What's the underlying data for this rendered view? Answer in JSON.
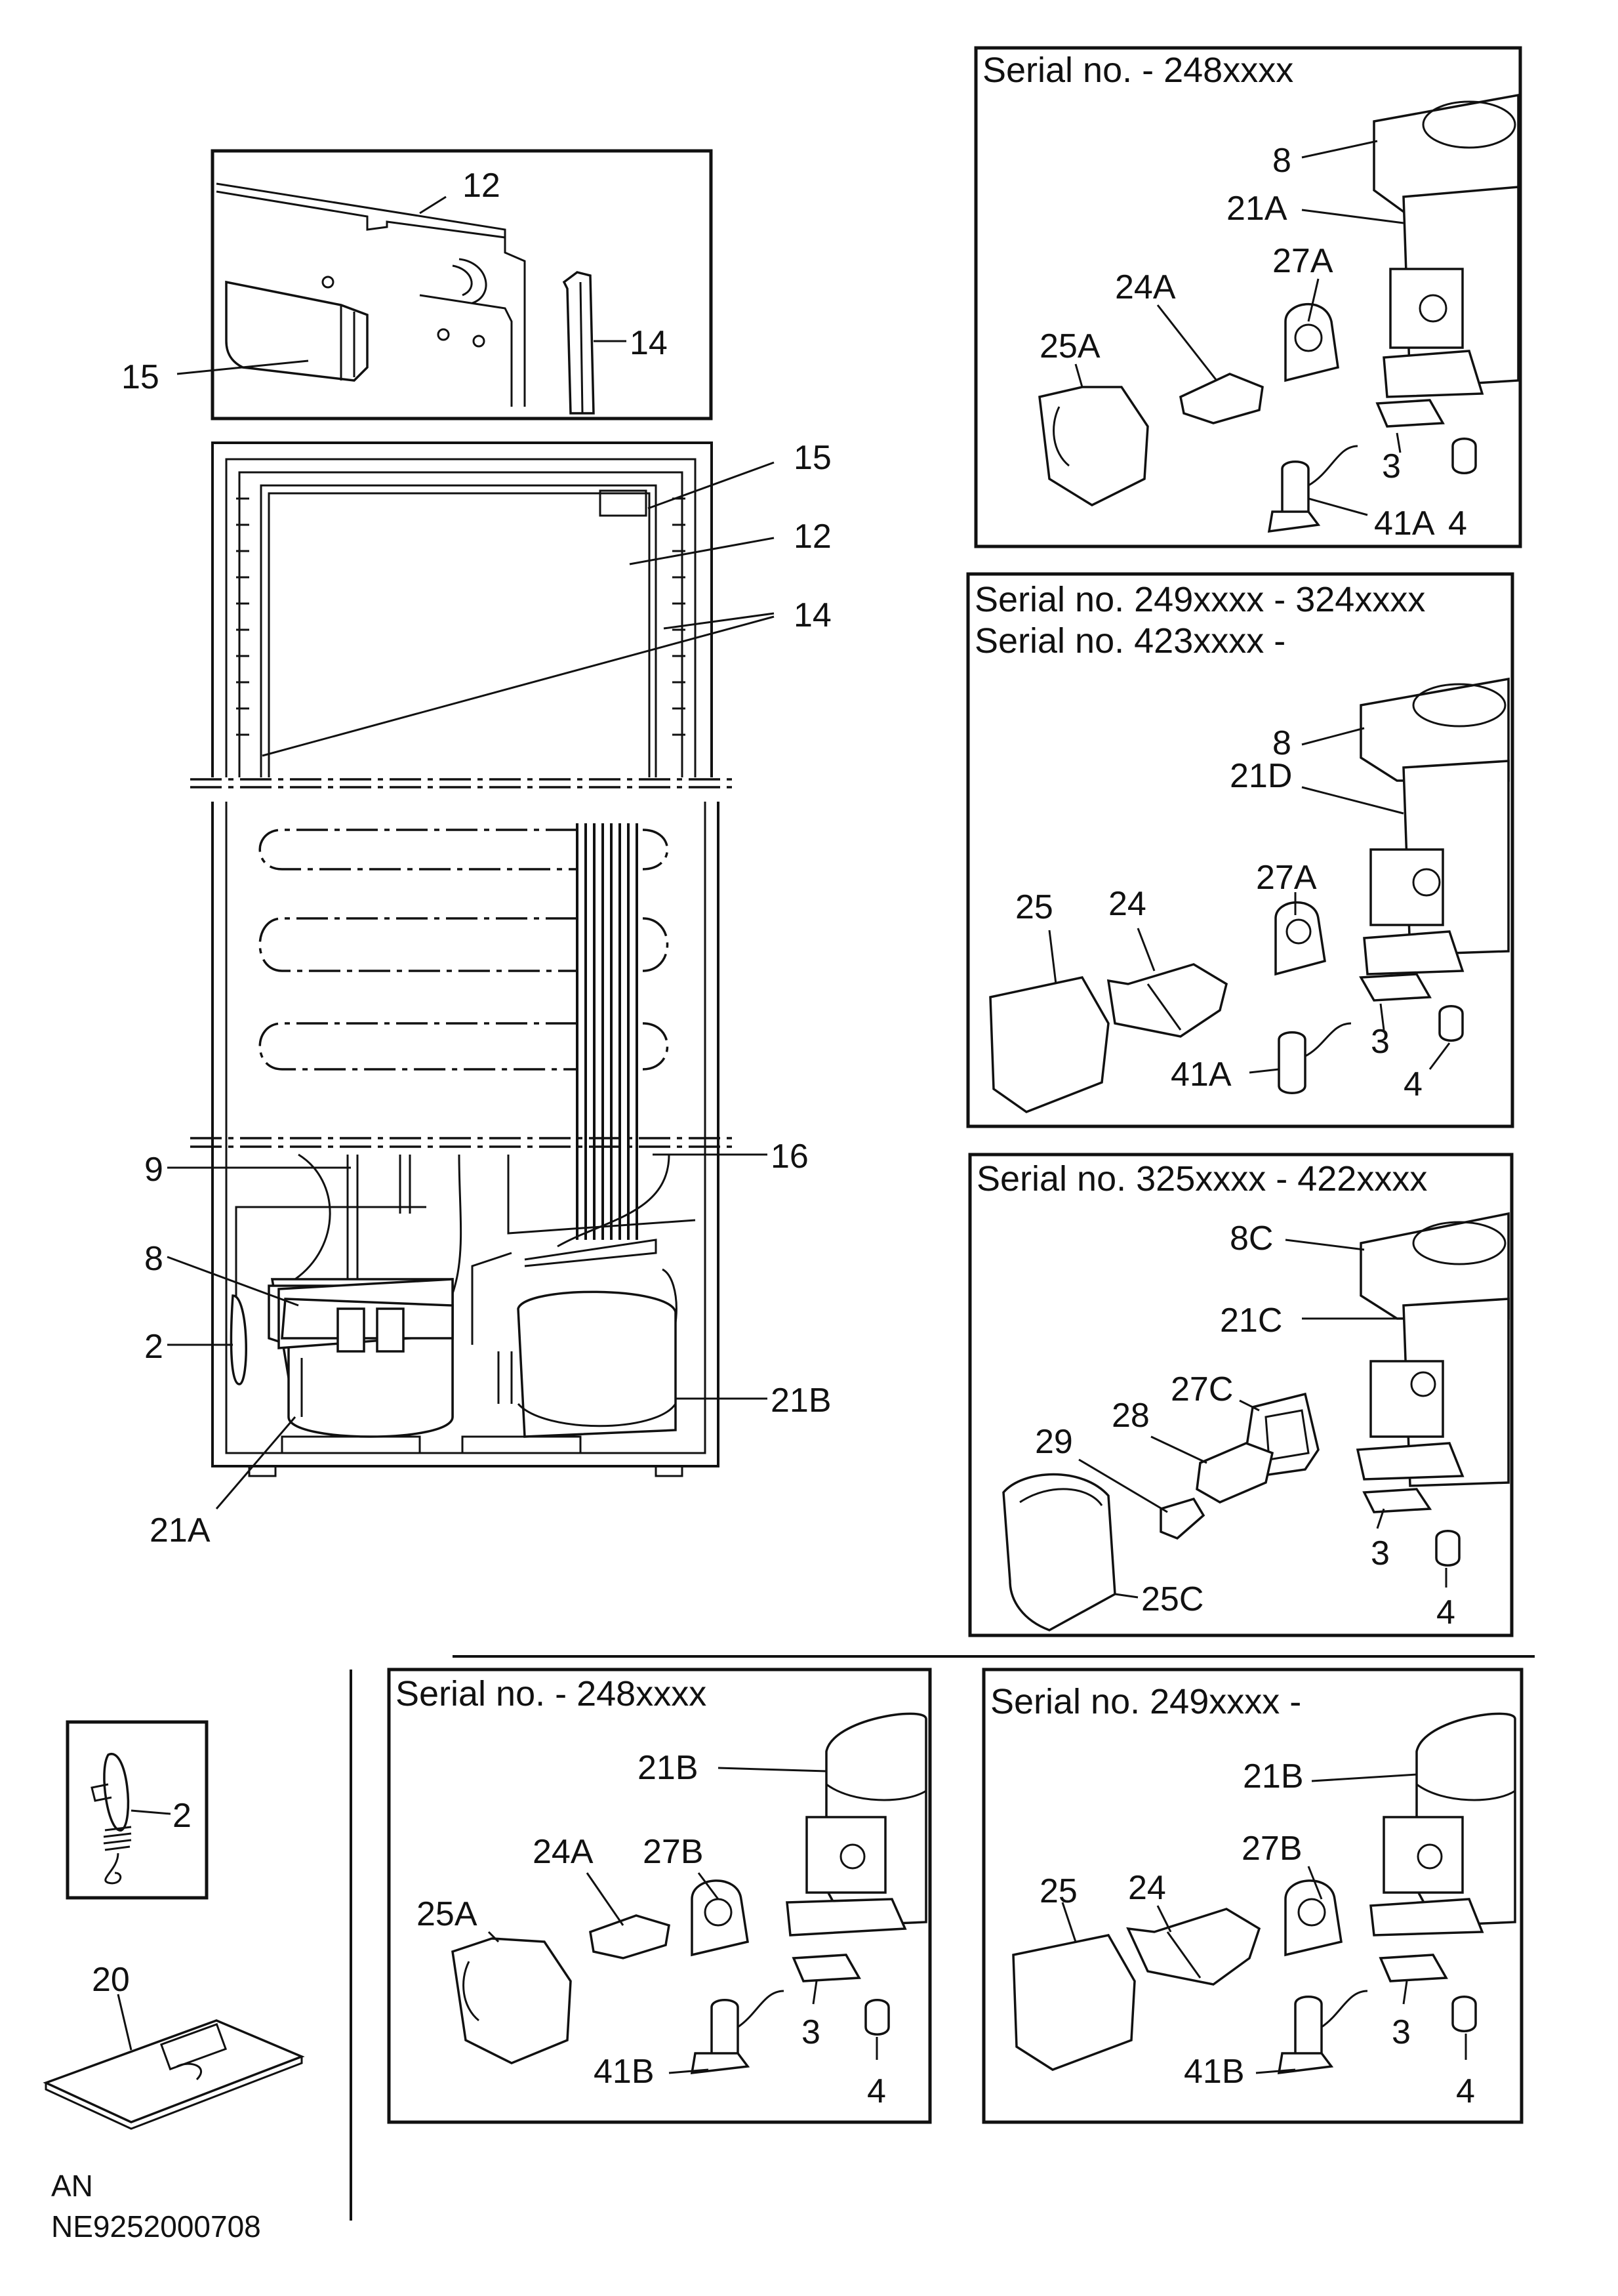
{
  "panels": {
    "compressor_a": {
      "title": "Serial no. - 248xxxx",
      "labels": [
        "8",
        "21A",
        "27A",
        "24A",
        "25A",
        "3",
        "41A",
        "4"
      ]
    },
    "compressor_d": {
      "title1": "Serial no. 249xxxx - 324xxxx",
      "title2": "Serial no. 423xxxx -",
      "labels": [
        "8",
        "21D",
        "27A",
        "25",
        "24",
        "3",
        "41A",
        "4"
      ]
    },
    "compressor_c": {
      "title": "Serial no. 325xxxx - 422xxxx",
      "labels": [
        "8C",
        "21C",
        "27C",
        "28",
        "29",
        "3",
        "25C",
        "4"
      ]
    },
    "compressor_b1": {
      "title": "Serial no. - 248xxxx",
      "labels": [
        "21B",
        "24A",
        "27B",
        "25A",
        "3",
        "41B",
        "4"
      ]
    },
    "compressor_b2": {
      "title": "Serial no. 249xxxx -",
      "labels": [
        "21B",
        "27B",
        "25",
        "24",
        "3",
        "41B",
        "4"
      ]
    }
  },
  "main": {
    "top_inset_labels": [
      "12",
      "14",
      "15"
    ],
    "cabinet_labels": [
      "15",
      "12",
      "14"
    ],
    "lower_labels": [
      "16",
      "9",
      "8",
      "2",
      "21B",
      "21A"
    ]
  },
  "bottom": {
    "thermostat_label": "2",
    "manual_label": "20",
    "footer_code_1": "AN",
    "footer_code_2": "NE9252000708"
  }
}
